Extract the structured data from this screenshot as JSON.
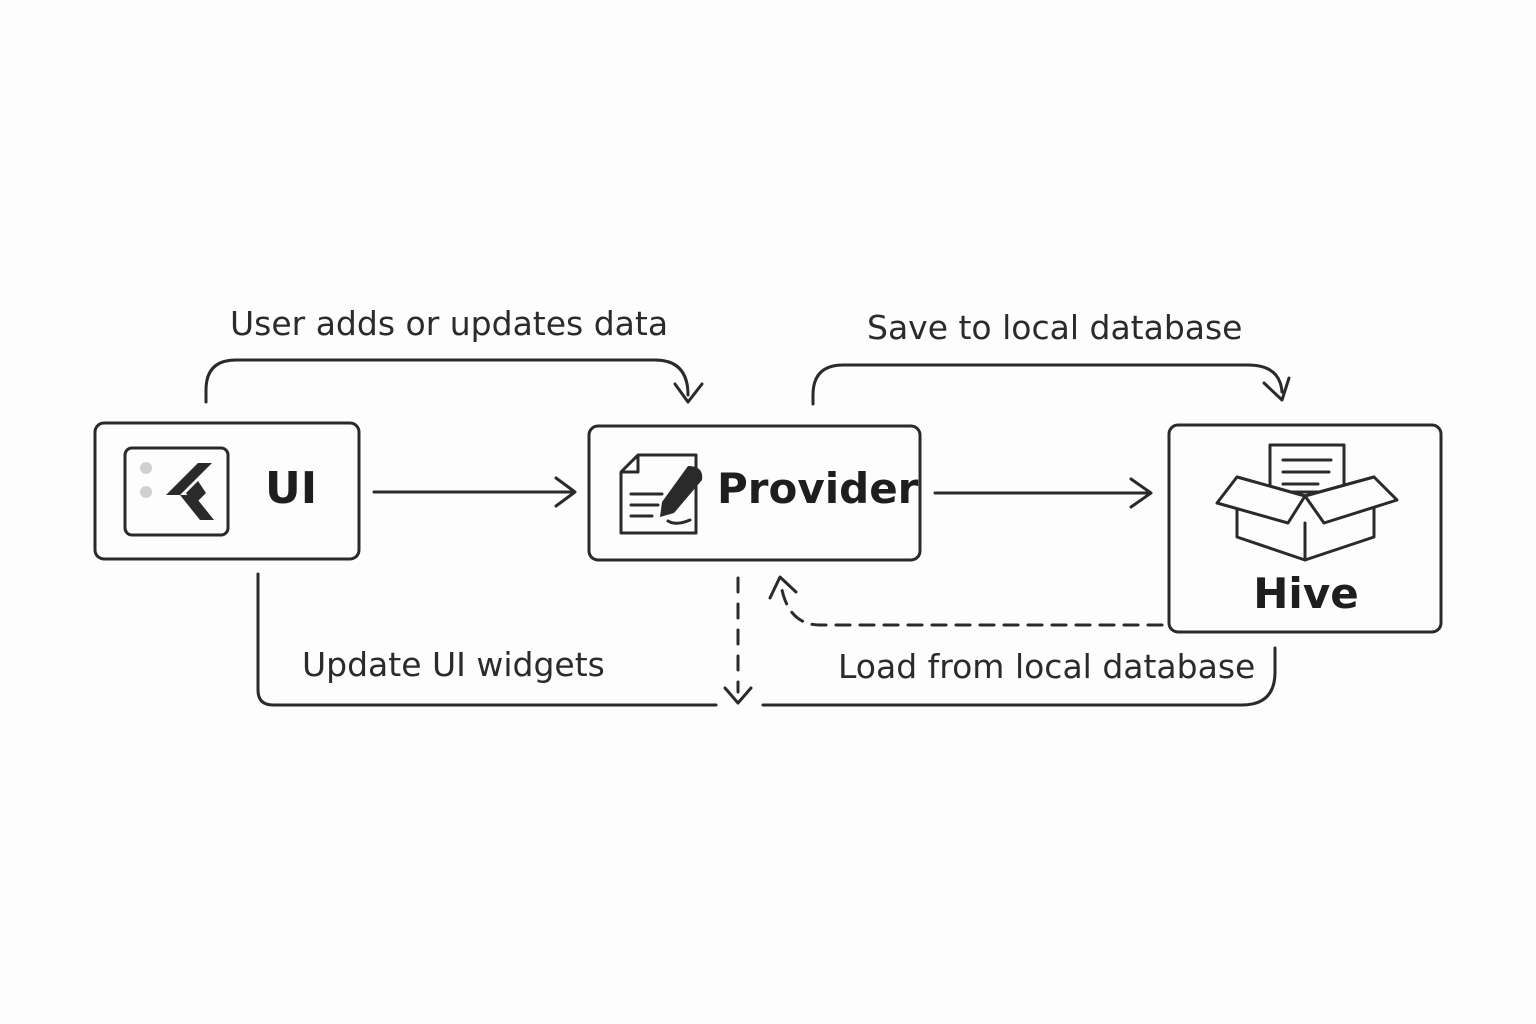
{
  "nodes": {
    "ui": {
      "label": "UI",
      "icon": "flutter-logo-icon"
    },
    "provider": {
      "label": "Provider",
      "icon": "document-pen-icon"
    },
    "hive": {
      "label": "Hive",
      "icon": "open-box-icon"
    }
  },
  "edges": {
    "user_adds": {
      "label": "User adds or updates data"
    },
    "save_to_db": {
      "label": "Save to local database"
    },
    "update_ui": {
      "label": "Update UI widgets"
    },
    "load_from_db": {
      "label": "Load from local database"
    }
  },
  "colors": {
    "stroke": "#2a2a2a",
    "background": "#fdfdfd",
    "icon_dots": "#d0d0d0"
  }
}
